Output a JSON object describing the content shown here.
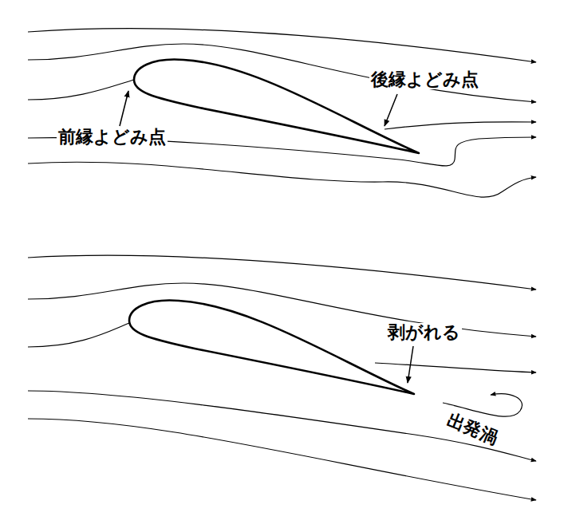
{
  "diagram": {
    "labels": [
      "後縁よどみ点",
      "前縁よどみ点",
      "剥がれる",
      "出発渦"
    ]
  }
}
